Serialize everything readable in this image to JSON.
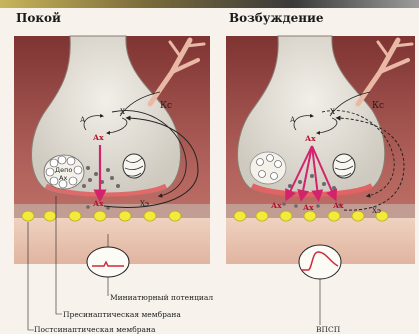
{
  "panels": {
    "rest": {
      "title": "Покой",
      "labels": {
        "ax_top": "Ах",
        "depot": "Депо",
        "depot_ax": "Ах",
        "ax_cleft": "Ах",
        "a_left": "А",
        "x_right": "Х",
        "kc": "Кс",
        "xe": "Хэ"
      }
    },
    "excitation": {
      "title": "Возбуждение",
      "labels": {
        "ax_top": "Ах",
        "ax_cleft_1": "Ах",
        "ax_cleft_2": "Ах",
        "ax_cleft_3": "Ах",
        "a_left": "А",
        "x_right": "Х",
        "kc": "Кс",
        "xe": "Хэ"
      }
    }
  },
  "captions": {
    "mini_potential": "Миниатюрный потенциал",
    "presynaptic": "Пресинаптическая мембрана",
    "postsynaptic": "Постсинаптическая мембрана",
    "epsp": "ВПСП"
  },
  "colors": {
    "postsynaptic_tissue": "#e8c1ad",
    "nerve_terminal": "#e2dfd8",
    "background_dark": "#8a3a3a",
    "arrow_red": "#d2246c",
    "receptor_yellow": "#f3ea3a",
    "trace_red": "#cf2b3a"
  }
}
